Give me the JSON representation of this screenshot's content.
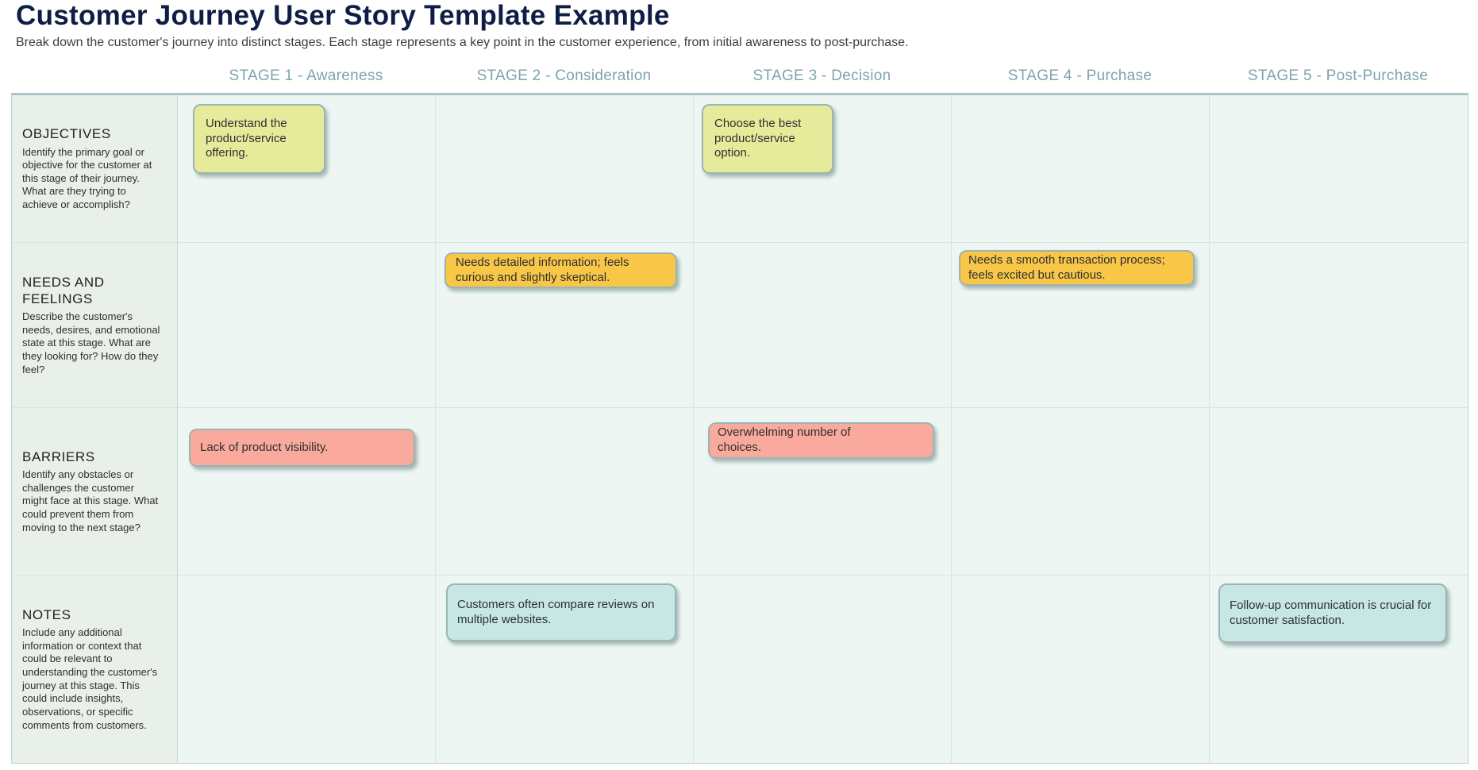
{
  "header": {
    "title": "Customer Journey User Story Template Example",
    "subtitle": "Break down the customer's journey into distinct stages. Each stage represents a key point in the customer experience, from initial awareness to post-purchase."
  },
  "stages": [
    {
      "label": "STAGE 1 - Awareness"
    },
    {
      "label": "STAGE 2 - Consideration"
    },
    {
      "label": "STAGE 3 - Decision"
    },
    {
      "label": "STAGE 4 - Purchase"
    },
    {
      "label": "STAGE 5 - Post-Purchase"
    }
  ],
  "rows": [
    {
      "title": "OBJECTIVES",
      "desc": "Identify the primary goal or objective for the customer at this stage of their journey. What are they trying to achieve or accomplish?"
    },
    {
      "title": "NEEDS AND FEELINGS",
      "desc": "Describe the customer's needs, desires, and emotional state at this stage. What are they looking for? How do they feel?"
    },
    {
      "title": "BARRIERS",
      "desc": "Identify any obstacles or challenges the customer might face at this stage. What could prevent them from moving to the next stage?"
    },
    {
      "title": "NOTES",
      "desc": "Include any additional information or context that could be relevant to understanding the customer's journey at this stage. This could include insights, observations, or specific comments from customers."
    }
  ],
  "notes": [
    {
      "text": "Understand the product/service offering.",
      "row": "OBJECTIVES",
      "stage": "STAGE 1 - Awareness",
      "color": "#e6eb9c"
    },
    {
      "text": "Choose the best product/service option.",
      "row": "OBJECTIVES",
      "stage": "STAGE 3 - Decision",
      "color": "#e6eb9c"
    },
    {
      "text": "Needs detailed information; feels curious and slightly skeptical.",
      "row": "NEEDS AND FEELINGS",
      "stage": "STAGE 2 - Consideration",
      "color": "#f8c748"
    },
    {
      "text": "Needs a smooth transaction process; feels excited but cautious.",
      "row": "NEEDS AND FEELINGS",
      "stage": "STAGE 4 - Purchase",
      "color": "#f8c748"
    },
    {
      "text": "Lack of product visibility.",
      "row": "BARRIERS",
      "stage": "STAGE 1 - Awareness",
      "color": "#f9aa9c"
    },
    {
      "text": "Overwhelming number of choices.",
      "row": "BARRIERS",
      "stage": "STAGE 3 - Decision",
      "color": "#f9aa9c"
    },
    {
      "text": "Customers often compare reviews on multiple websites.",
      "row": "NOTES",
      "stage": "STAGE 2 - Consideration",
      "color": "#c6e7e3"
    },
    {
      "text": "Follow-up communication is crucial for customer satisfaction.",
      "row": "NOTES",
      "stage": "STAGE 5 - Post-Purchase",
      "color": "#c6e7e3"
    }
  ],
  "colors": {
    "title_text": "#0d1d45",
    "subtitle_text": "#3d3d3d",
    "stage_header_text": "#7fa3ae",
    "row_header_bg": "#e9f0ea",
    "cell_bg": "#edf6f2",
    "grid_border": "#d7e6e2",
    "board_top_border": "#a7c5c9",
    "note_green": "#e6eb9c",
    "note_amber": "#f8c748",
    "note_salmon": "#f9aa9c",
    "note_teal": "#c6e7e3"
  }
}
